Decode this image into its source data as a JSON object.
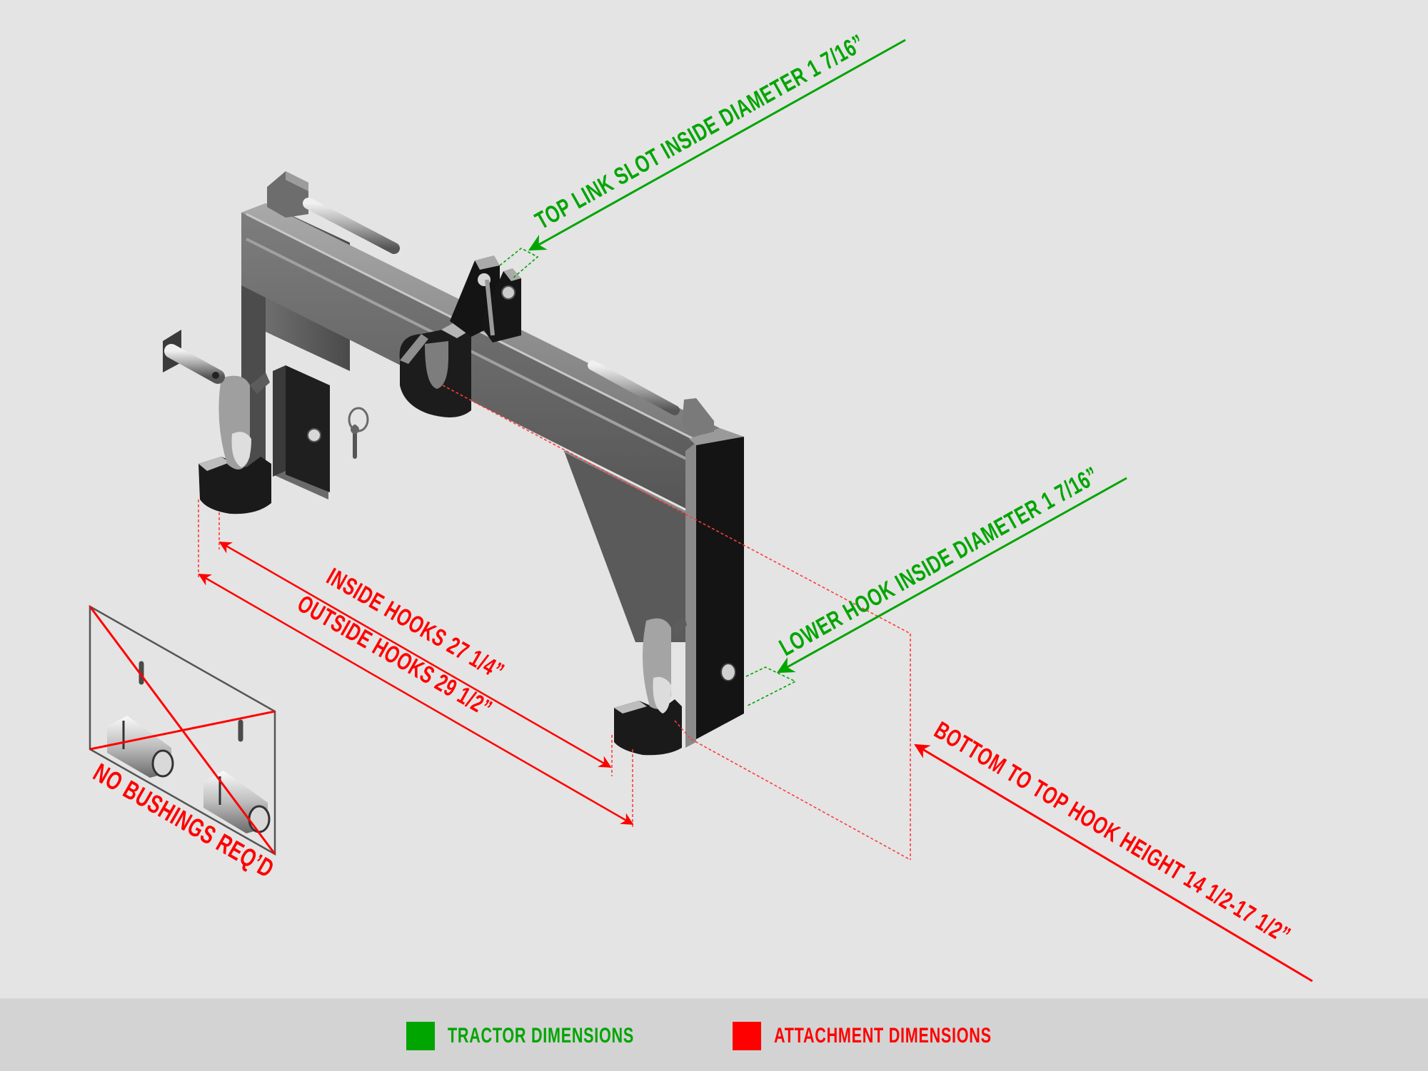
{
  "colors": {
    "background": "#e4e4e4",
    "legend_bar": "#d3d3d3",
    "tractor": "#00a500",
    "attachment": "#ff0000",
    "steel_light": "#8a8a8a",
    "steel_mid": "#5e5e5e",
    "steel_dark": "#1c1c1c"
  },
  "dimensions": {
    "top_link_slot": {
      "label": "TOP LINK SLOT INSIDE DIAMETER 1 7/16”",
      "category": "tractor",
      "value": "1 7/16”"
    },
    "lower_hook": {
      "label": "LOWER HOOK INSIDE DIAMETER 1 7/16”",
      "category": "tractor",
      "value": "1 7/16”"
    },
    "inside_hooks": {
      "label": "INSIDE HOOKS 27 1/4”",
      "category": "attachment",
      "value": "27 1/4”"
    },
    "outside_hooks": {
      "label": "OUTSIDE HOOKS 29 1/2”",
      "category": "attachment",
      "value": "29 1/2”"
    },
    "hook_height": {
      "label": "BOTTOM TO TOP HOOK HEIGHT 14 1/2-17 1/2”",
      "category": "attachment",
      "value": "14 1/2-17 1/2”"
    }
  },
  "bushings_note": {
    "label": "NO BUSHINGS REQ’D"
  },
  "legend": [
    {
      "label": "TRACTOR DIMENSIONS",
      "color": "#00a500"
    },
    {
      "label": "ATTACHMENT DIMENSIONS",
      "color": "#ff0000"
    }
  ],
  "parts": {
    "frame": "quick-hitch-frame",
    "top_hook": "top-hook",
    "top_link_bracket": "top-link-bracket",
    "lower_hook_left": "lower-hook-left",
    "lower_hook_right": "lower-hook-right",
    "loose_pin": "hitch-pin",
    "lynch_pin": "lynch-pin",
    "bushings": "bushings"
  }
}
